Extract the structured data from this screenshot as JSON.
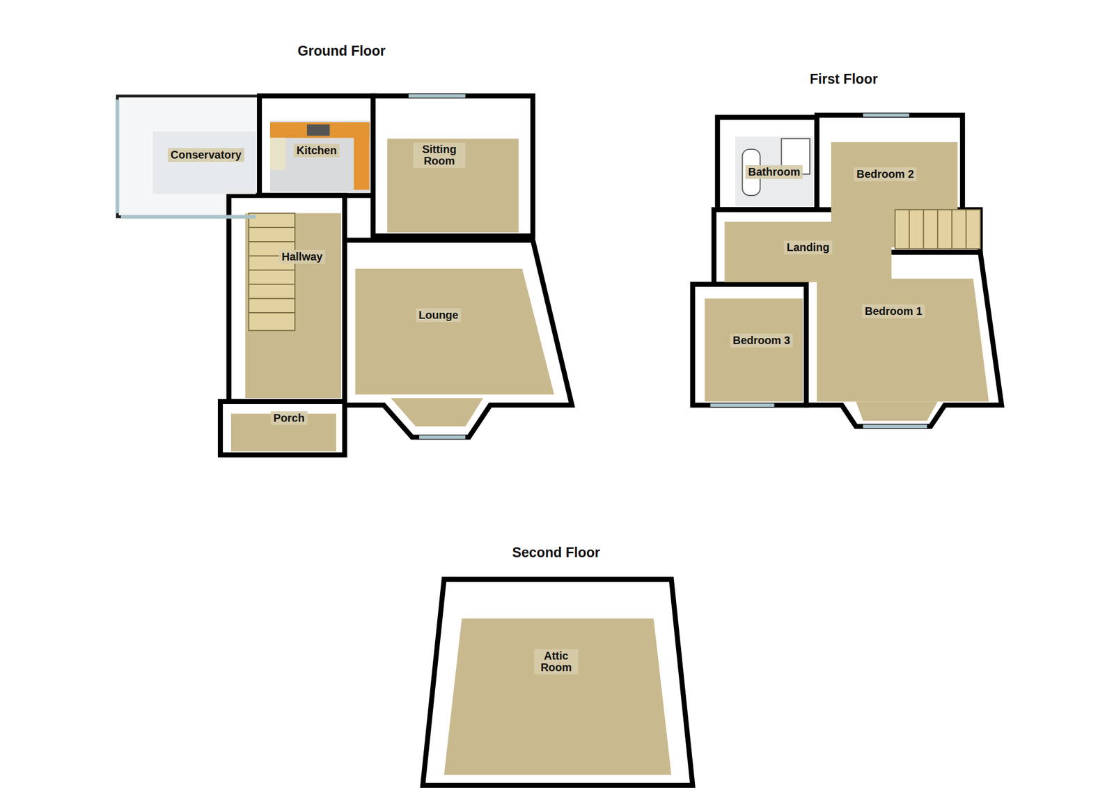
{
  "diagram": {
    "nodes": [
      {
        "text": [
          "Conservatory"
        ]
      },
      {
        "text": [
          "Kitchen"
        ]
      },
      {
        "text": [
          "Sitting Room"
        ]
      },
      {
        "text": [
          "Hallway"
        ]
      },
      {
        "text": [
          "Lounge"
        ]
      },
      {
        "text": [
          "Porch"
        ]
      },
      {
        "text": [
          "Bathroom"
        ]
      },
      {
        "text": [
          "Bedroom 2"
        ]
      },
      {
        "text": [
          "Landing"
        ]
      },
      {
        "text": [
          "Bedroom 3"
        ]
      },
      {
        "text": [
          "Bedroom 1"
        ]
      },
      {
        "text": [
          "Attic Room"
        ]
      }
    ],
    "labels": [
      "Ground Floor",
      "First Floor",
      "Second Floor"
    ]
  }
}
